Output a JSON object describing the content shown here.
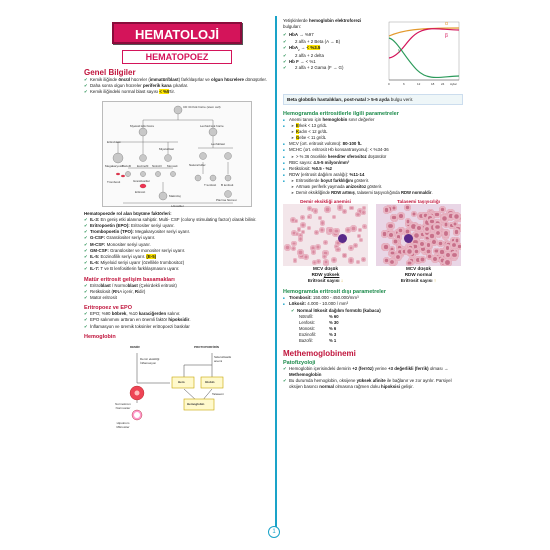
{
  "header": {
    "title": "HEMATOLOJİ",
    "subtitle": "HEMATOPOEZ"
  },
  "genel": {
    "heading": "Genel Bilgiler",
    "items": [
      [
        "Kemik iliğinde ",
        "öncül",
        " hücreler (",
        "immatür/blast",
        ") farklılaşırlar ve ",
        "olgun hücrelere",
        " dönüşürler."
      ],
      [
        "Daha sonra olgun hücreler ",
        "periferik kana",
        " çıkarlar."
      ],
      [
        "Kemik iliğindeki normal blast sayısı ",
        "< %5",
        "'tir."
      ]
    ]
  },
  "diagram1": {
    "labels": [
      "CD 34 Kök hücre (stem cell)",
      "Myeloid kök hücre",
      "Lenfoid kök hücre",
      "Eritroblast",
      "Miyeloblast",
      "Lenfoblast",
      "Megakaryosit",
      "Trombosit",
      "Bazofil",
      "Eozinofil",
      "Nötrofil",
      "Monosit",
      "Natural killer",
      "T lenfosit",
      "B lenfosit",
      "Eritrosit",
      "Granülositler",
      "Makrofaj",
      "Plazma hücresi",
      "Lökositler"
    ]
  },
  "faktor": {
    "heading": "Hematopoezde rol alan büyüme faktörleri:",
    "items": [
      [
        "IL-3:",
        " En geniş etki alanına sahiptir. Multi- CSF (colony stimulating factor) olarak bilinir."
      ],
      [
        "Eritropoetin (EPO):",
        " Eritrositer seriyi uyarır."
      ],
      [
        "Trombopoetin (TPO):",
        " Megakaryositer seriyi uyarır."
      ],
      [
        "G-CSF:",
        " Granülositer seriyi uyarır."
      ],
      [
        "M-CSF:",
        " Monositer seriyi uyarır."
      ],
      [
        "GM-CSF:",
        " Granülositer ve monositer seriyi uyarır."
      ],
      [
        "IL-5:",
        " Eozinofilik seriyi uyarır. ",
        "(E-5)"
      ],
      [
        "IL-6:",
        " Miyeloid seriyi uyarır (özellikle trombositoz)"
      ],
      [
        "IL-7:",
        " T ve B lenfositlerin farklılaşmasını uyarır."
      ]
    ]
  },
  "matur": {
    "heading": "Matür eritrosit gelişim basamakları",
    "items": [
      [
        "Eritro",
        "blast",
        " / Normo",
        "blast",
        " (Çekirdekli eritrosit)"
      ],
      [
        "Retikülosit (",
        "R",
        "NA içerir, ",
        "R",
        "idir)"
      ],
      [
        "Matür eritrosit"
      ]
    ]
  },
  "epo": {
    "heading": "Eritropoez ve EPO",
    "items": [
      [
        "EPO; %90 ",
        "böbrek",
        ", %10 ",
        "karaciğerden",
        " salınır."
      ],
      [
        "EPO salınımını arttıran en önemli faktör ",
        "hipoksidir",
        "."
      ],
      [
        "İnflamasyon ve üremik toksinler eritropoezi baskılar"
      ]
    ]
  },
  "hemoglobin": {
    "heading": "Hemoglobin",
    "labels": [
      "DEMİR",
      "PROTOPORFİRİN",
      "Demir eksikliği İnflamasyon",
      "Sideroblastik anemi",
      "Hem",
      "Globin",
      "Talasemi",
      "Hemoglobin",
      "Normokrom Normositer",
      "Hipokrom Mikrositer"
    ]
  },
  "electro": {
    "intro": [
      "Yetişkinlerde ",
      "hemoglobin",
      " elektroforezi",
      " bulguları:"
    ],
    "items": [
      {
        "main": [
          "HbA",
          " → %97"
        ],
        "sub": "2 alfa + 2 Beta (A → B)"
      },
      {
        "main": [
          "HbA",
          "2",
          " → ",
          "< %3.5"
        ],
        "sub": "2 alfa + 2 delta"
      },
      {
        "main": [
          "Hb F",
          " → < %1"
        ],
        "sub": "2 alfa + 2 Gama (F → G)"
      }
    ],
    "chart_greek": [
      "α",
      "β",
      "γ"
    ],
    "chart_x": [
      "0",
      "6",
      "12",
      "18",
      "24",
      "Aylar"
    ]
  },
  "beta_note": [
    "Beta globülin hastalıkları, post-natal > 5-6 ayda",
    " bulgu verir."
  ],
  "eritro": {
    "heading": "Hemogramda eritrositlerle ilgili parametreler",
    "items": [
      {
        "text": [
          "Anemi tanısı için ",
          "hemoglobin",
          " sınır değerler"
        ],
        "sub": [
          [
            "E",
            "rkek < 13 gr/dL"
          ],
          [
            "K",
            "adın < 12 gr/dL"
          ],
          [
            "G",
            "ebe < 11 gr/dL"
          ]
        ]
      },
      {
        "text": [
          "MCV (ort. eritrosit volümü): ",
          "80-100 fL"
        ]
      },
      {
        "text": [
          "MCHC (ort. eritrosit Hb konsantrasyonu): < %34-36"
        ],
        "sub": [
          [
            "",
            "> % 36 öncelikle ",
            "herediter sferositoz",
            " düşünülür"
          ]
        ]
      },
      {
        "text": [
          "RBC sayısı: ",
          "4.5-5 milyon/mm³"
        ]
      },
      {
        "text": [
          "Retikülosit: ",
          "%0.5 - %2"
        ]
      },
      {
        "text": [
          "RDW (eritrosit dağılım aralığı): ",
          "%11-14"
        ],
        "sub": [
          [
            "",
            "Eritrositlerde ",
            "boyut farklılığını",
            " gösterir."
          ],
          [
            "",
            "Artması periferik yaymada ",
            "anizositoz",
            " gösterir."
          ],
          [
            "",
            "Demir eksikliğinde ",
            "RDW artmış",
            ", talasemi taşıyıcılığında ",
            "RDW normaldir",
            "."
          ]
        ]
      }
    ]
  },
  "blood": {
    "left": {
      "caption": "Demir eksikliği anemisi",
      "l1": "MCV düşük",
      "l2pre": "RDW ",
      "l2": "yüksek",
      "l3": "Eritrosit sayısı ",
      "arrow": "↓"
    },
    "right": {
      "caption": "Talasemi taşıyıcılığı",
      "l1": "MCV düşük",
      "l2pre": "RDW ",
      "l2": "normal",
      "l3": "Eritrosit sayısı ",
      "arrow": "↑"
    }
  },
  "dis": {
    "heading": "Hemogramda eritrosit dışı parametreler",
    "items": [
      [
        "Trombosit:",
        " 150.000 - 450.000/mm³"
      ],
      [
        "Lökosit:",
        " 4.000 - 10.000 / mm³"
      ]
    ],
    "formula_title": "Normal lökosit dağılım formülü (kabaca)",
    "formula": [
      [
        "Nötrofil:",
        "% 60"
      ],
      [
        "Lenfosit:",
        "% 30"
      ],
      [
        "Monosit:",
        "% 6"
      ],
      [
        "Eozinofil:",
        "% 3"
      ],
      [
        "Bazofil:",
        "% 1"
      ]
    ]
  },
  "methem": {
    "heading": "Methemoglobinemi",
    "sub": "Patofizyoloji",
    "items": [
      [
        "Hemoglobin içerisindeki demirin ",
        "+2 (ferröz)",
        " yerine ",
        "+3 değerlikli (ferrik)",
        " olması → ",
        "Methemoglobin"
      ],
      [
        "Bu durumda hemoglobin, oksijene ",
        "yüksek afinite",
        " ile bağlanır ve zor ayrılır. Parsiyel oksijen basıncı ",
        "normal",
        " olmasına rağmen doku ",
        "hipoksisi",
        " gelişir."
      ]
    ]
  },
  "page_number": "1",
  "colors": {
    "accent": "#d4145a",
    "heading_red": "#c0143c",
    "heading_green": "#1b8a4a",
    "rule_blue": "#1aa3c8",
    "highlight": "#ffe600"
  }
}
